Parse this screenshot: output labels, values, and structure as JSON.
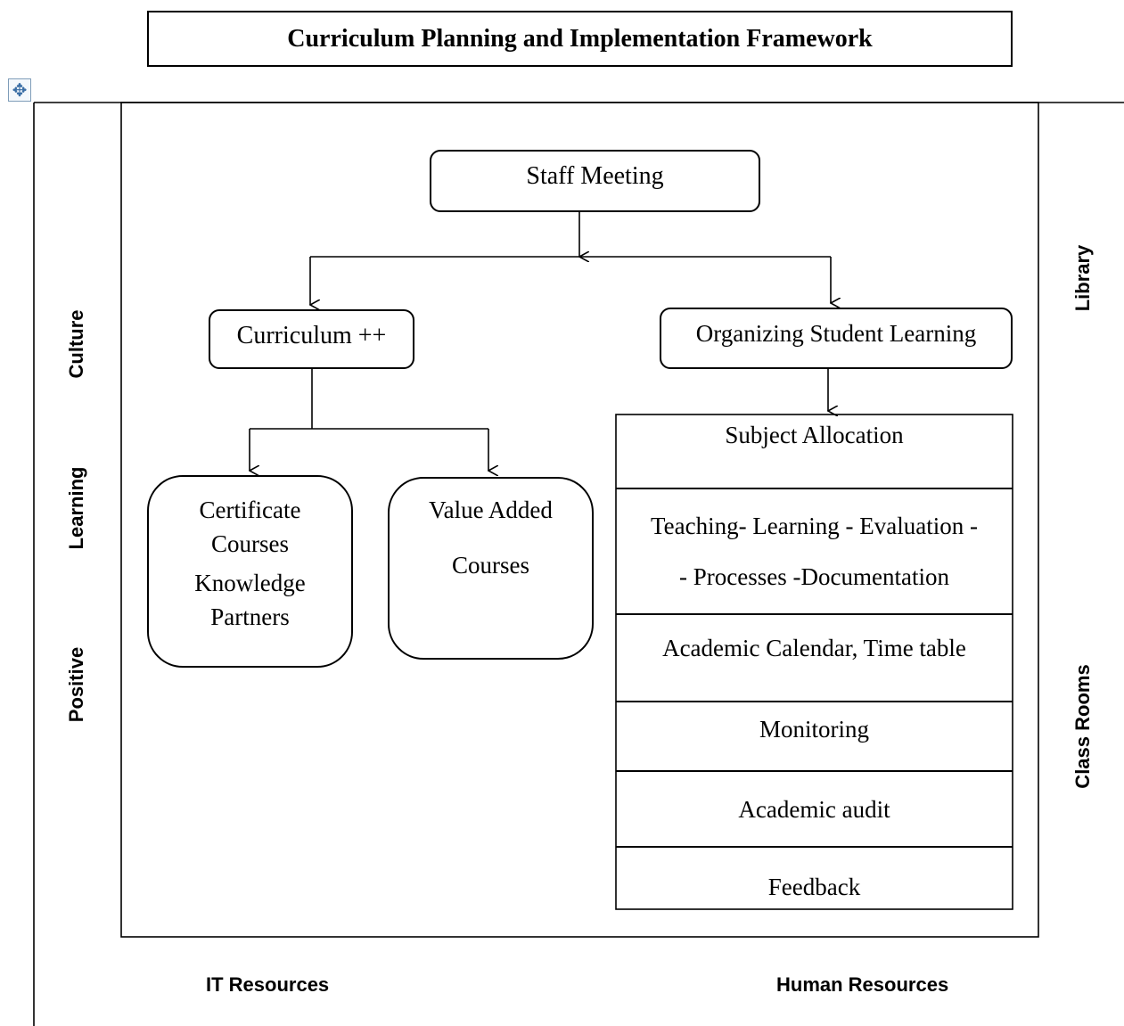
{
  "title": "Curriculum Planning and Implementation Framework",
  "move_handle_icon": "move-arrows-icon",
  "nodes": {
    "staff_meeting": "Staff Meeting",
    "curriculum": "Curriculum ++",
    "organizing": "Organizing Student Learning",
    "certificate_line1": "Certificate",
    "certificate_line2": "Courses",
    "certificate_line3": "Knowledge",
    "certificate_line4": "Partners",
    "value_added_line1": "Value Added",
    "value_added_line2": "Courses"
  },
  "learning_steps": [
    {
      "lines": [
        "Subject Allocation"
      ]
    },
    {
      "lines": [
        "Teaching- Learning - Evaluation -",
        "- Processes -Documentation"
      ]
    },
    {
      "lines": [
        "Academic Calendar, Time table"
      ]
    },
    {
      "lines": [
        "Monitoring"
      ]
    },
    {
      "lines": [
        "Academic audit"
      ]
    },
    {
      "lines": [
        "Feedback"
      ]
    }
  ],
  "left_labels": [
    "Culture",
    "Learning",
    "Positive"
  ],
  "right_labels": [
    "Library",
    "Class Rooms"
  ],
  "bottom_labels": [
    "IT Resources",
    "Human Resources"
  ]
}
